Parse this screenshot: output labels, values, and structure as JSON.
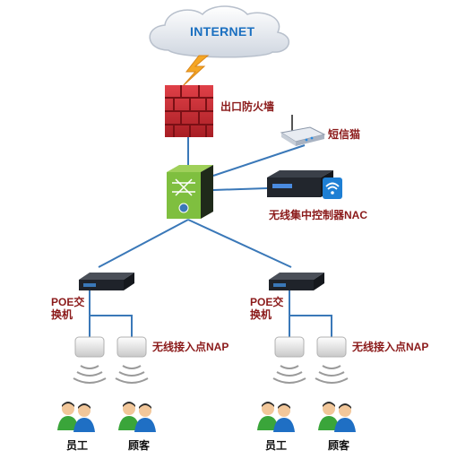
{
  "labels": {
    "internet": "INTERNET",
    "firewall": "出口防火墙",
    "sms_modem": "短信猫",
    "wireless_controller": "无线集中控制器NAC",
    "poe_switch_left": "POE交换机",
    "poe_switch_right": "POE交换机",
    "ap_left": "无线接入点NAP",
    "ap_right": "无线接入点NAP",
    "staff_left": "员工",
    "customer_left": "顾客",
    "staff_right": "员工",
    "customer_right": "顾客"
  },
  "colors": {
    "link": "#3a78b8",
    "label": "#8b1a1a",
    "cloud_text": "#1a6fc0",
    "firewall": "#c0272d",
    "core_switch": "#7fbf3f",
    "lightning": "#f5a623"
  }
}
